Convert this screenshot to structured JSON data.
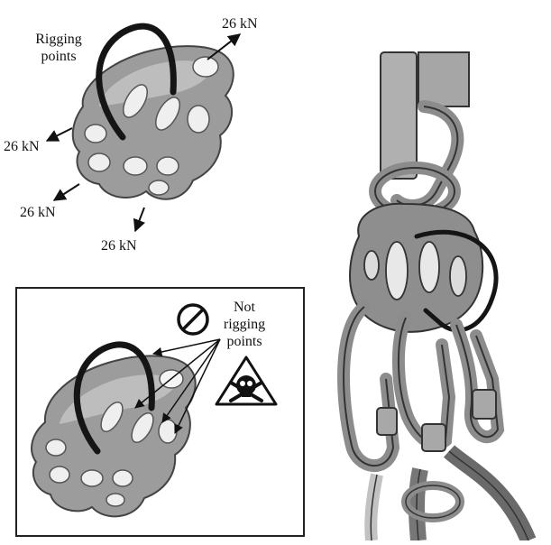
{
  "top_left": {
    "rigging_label_line1": "Rigging",
    "rigging_label_line2": "points",
    "force_top_right": "26 kN",
    "force_left": "26 kN",
    "force_bottom_left": "26 kN",
    "force_bottom": "26 kN"
  },
  "inset": {
    "label_line1": "Not",
    "label_line2": "rigging",
    "label_line3": "points",
    "prohibited_icon": "no-symbol-icon",
    "hazard_icon": "skull-crossbones-warning-icon"
  },
  "colors": {
    "plate": "#9c9c9c",
    "plate_light": "#c8c8c8",
    "plate_dark": "#6e6e6e",
    "sling": "#151515",
    "outline": "#333333"
  }
}
